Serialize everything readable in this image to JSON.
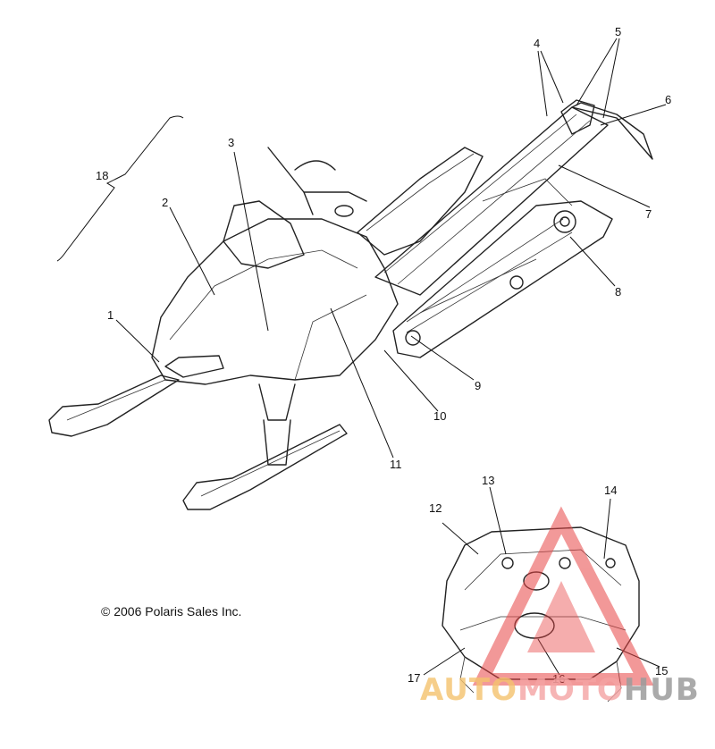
{
  "callouts": [
    {
      "id": "1",
      "text": "1"
    },
    {
      "id": "2",
      "text": "2"
    },
    {
      "id": "3",
      "text": "3"
    },
    {
      "id": "4",
      "text": "4"
    },
    {
      "id": "5",
      "text": "5"
    },
    {
      "id": "6",
      "text": "6"
    },
    {
      "id": "7",
      "text": "7"
    },
    {
      "id": "8",
      "text": "8"
    },
    {
      "id": "9",
      "text": "9"
    },
    {
      "id": "10",
      "text": "10"
    },
    {
      "id": "11",
      "text": "11"
    },
    {
      "id": "12",
      "text": "12"
    },
    {
      "id": "13",
      "text": "13"
    },
    {
      "id": "14",
      "text": "14"
    },
    {
      "id": "15",
      "text": "15"
    },
    {
      "id": "16",
      "text": "16"
    },
    {
      "id": "17",
      "text": "17"
    },
    {
      "id": "18",
      "text": "18"
    }
  ],
  "copyright": "© 2006 Polaris Sales Inc.",
  "watermark": {
    "part1": "AUTO",
    "part2": "MOTO",
    "part3": "HUB",
    "colors": {
      "auto": "#f5c36e",
      "moto": "#f5a3a3",
      "hub": "#9c9c9c",
      "triangle": "#e84545"
    }
  }
}
